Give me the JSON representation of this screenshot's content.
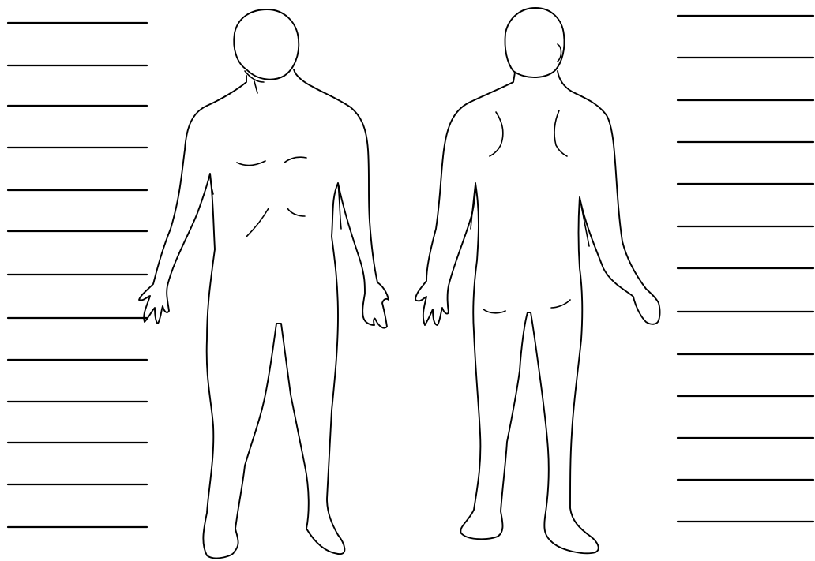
{
  "worksheet": {
    "left_label_lines": 13,
    "right_label_lines": 13,
    "line_color": "#000000",
    "background_color": "#ffffff"
  },
  "figures": [
    {
      "view": "front",
      "icon": "human-body-front-outline-icon"
    },
    {
      "view": "back",
      "icon": "human-body-back-outline-icon"
    }
  ]
}
